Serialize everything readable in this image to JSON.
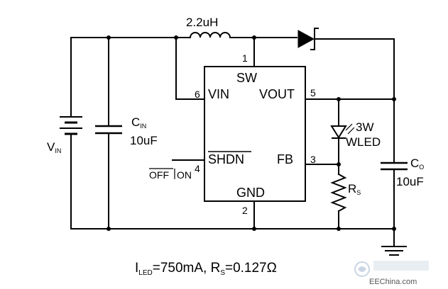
{
  "inductor": {
    "value": "2.2uH"
  },
  "ic": {
    "pins": {
      "sw": {
        "label": "SW",
        "num": "1"
      },
      "vin": {
        "label": "VIN",
        "num": "6"
      },
      "vout": {
        "label": "VOUT",
        "num": "5"
      },
      "shdn": {
        "label": "SHDN",
        "num": "4"
      },
      "fb": {
        "label": "FB",
        "num": "3"
      },
      "gnd": {
        "label": "GND",
        "num": "2"
      }
    }
  },
  "off_on": {
    "off": "OFF",
    "on": "ON"
  },
  "vin_source": {
    "main": "V",
    "sub": "IN"
  },
  "cin": {
    "main": "C",
    "sub": "IN",
    "value": "10uF"
  },
  "led": {
    "power": "3W",
    "type": "WLED"
  },
  "rs": {
    "main": "R",
    "sub": "S"
  },
  "co": {
    "main": "C",
    "sub": "O",
    "value": "10uF"
  },
  "formula": {
    "i": "I",
    "i_sub": "LED",
    "i_val": "=750mA, R",
    "r_sub": "S",
    "r_val": "=0.127Ω"
  },
  "watermark": {
    "site": "EEChina.com"
  }
}
